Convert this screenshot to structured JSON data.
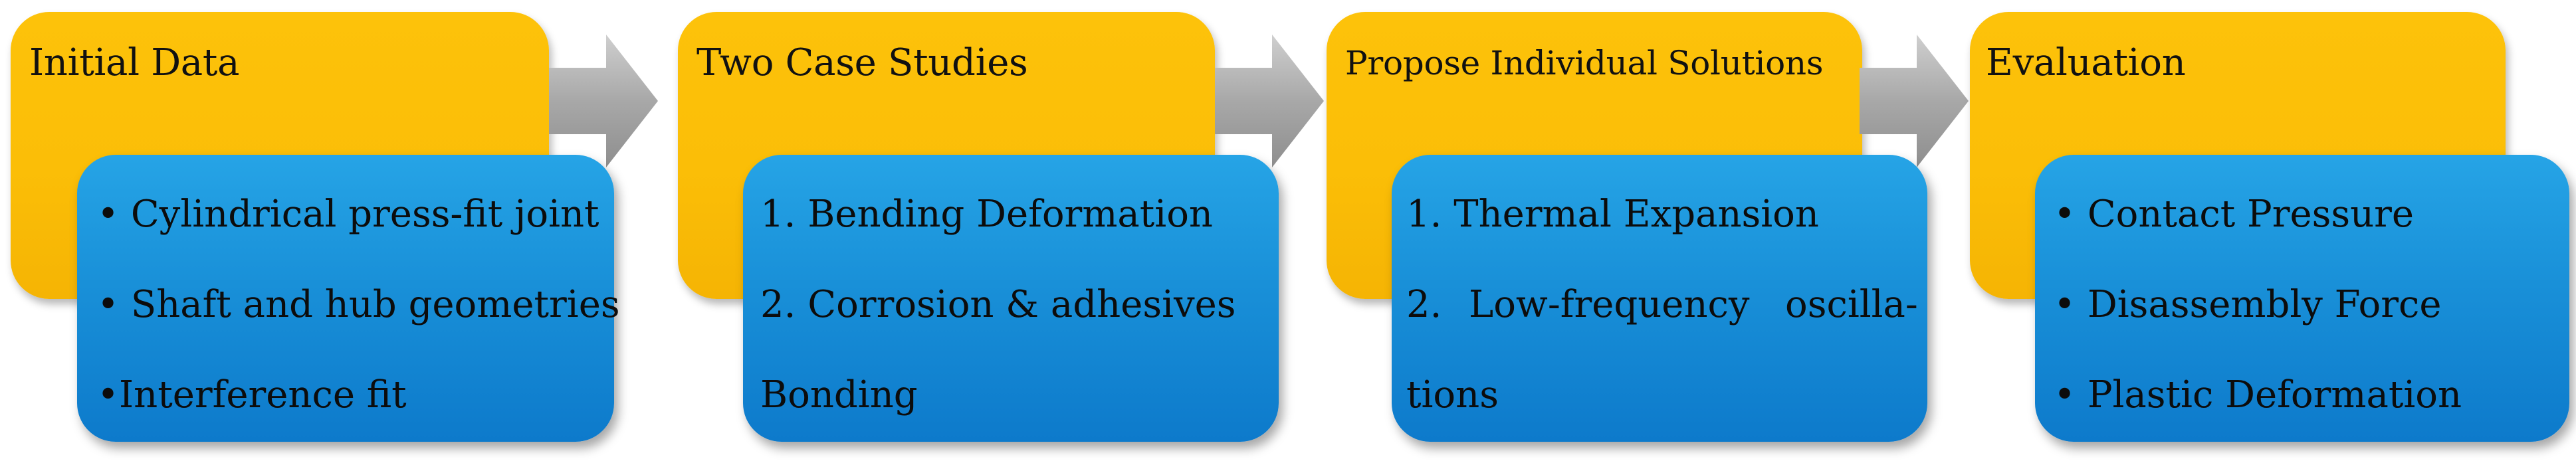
{
  "stages": [
    {
      "title": "Initial Data",
      "items": [
        "• Cylindrical press-fit joint",
        "• Shaft and hub geometries",
        "•Interference fit"
      ]
    },
    {
      "title": "Two Case Studies",
      "items": [
        "1. Bending Deformation",
        "2. Corrosion & adhesives",
        "Bonding"
      ]
    },
    {
      "title": "Propose Individual Solutions",
      "items": [
        "1. Thermal Expansion",
        "2.",
        "Low-frequency",
        "oscilla-",
        "tions"
      ]
    },
    {
      "title": "Evaluation",
      "items": [
        "• Contact Pressure",
        "• Disassembly Force",
        "• Plastic Deformation"
      ]
    }
  ],
  "colors": {
    "stage_box": "#fdc20a",
    "detail_box": "#1a8fd8",
    "arrow": "#a6a6a6"
  }
}
